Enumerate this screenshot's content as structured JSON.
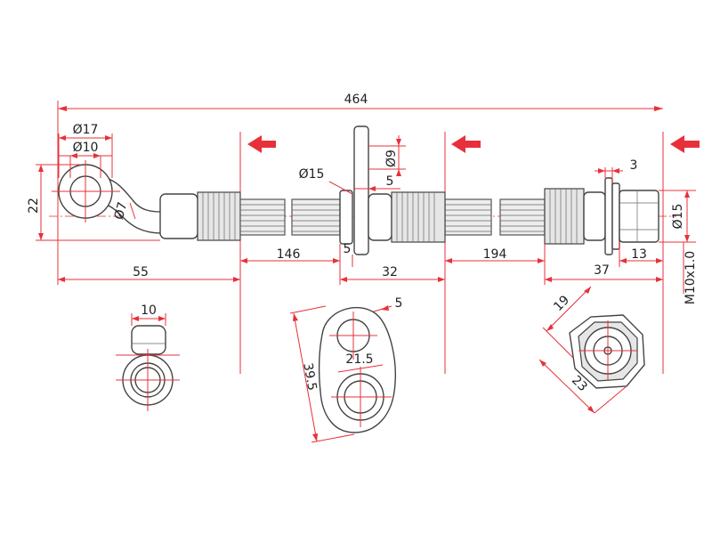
{
  "dimensions": {
    "overall_length": "464",
    "eye_outer_dia": "Ø17",
    "eye_inner_dia": "Ø10",
    "eye_height": "22",
    "bend_dia": "Ø7",
    "first_offset": "55",
    "segment_a": "146",
    "bracket_hole_dia": "Ø9",
    "bracket_collar_dia": "Ø15",
    "bracket_thickness": "5",
    "bracket_offset": "5",
    "segment_b": "32",
    "segment_c": "194",
    "fitting_thickness": "3",
    "fitting_dia": "Ø15",
    "fitting_length": "13",
    "fitting_offset": "37",
    "thread": "M10x1.0",
    "eye_width": "10",
    "plate_hole_offset": "5",
    "plate_length": "39.5",
    "plate_hole_spacing": "21.5",
    "hex_flat": "19",
    "hex_corner": "23"
  },
  "colors": {
    "dimension_line": "#e8303a",
    "part_outline": "#444444",
    "arrow": "#e8303a"
  }
}
